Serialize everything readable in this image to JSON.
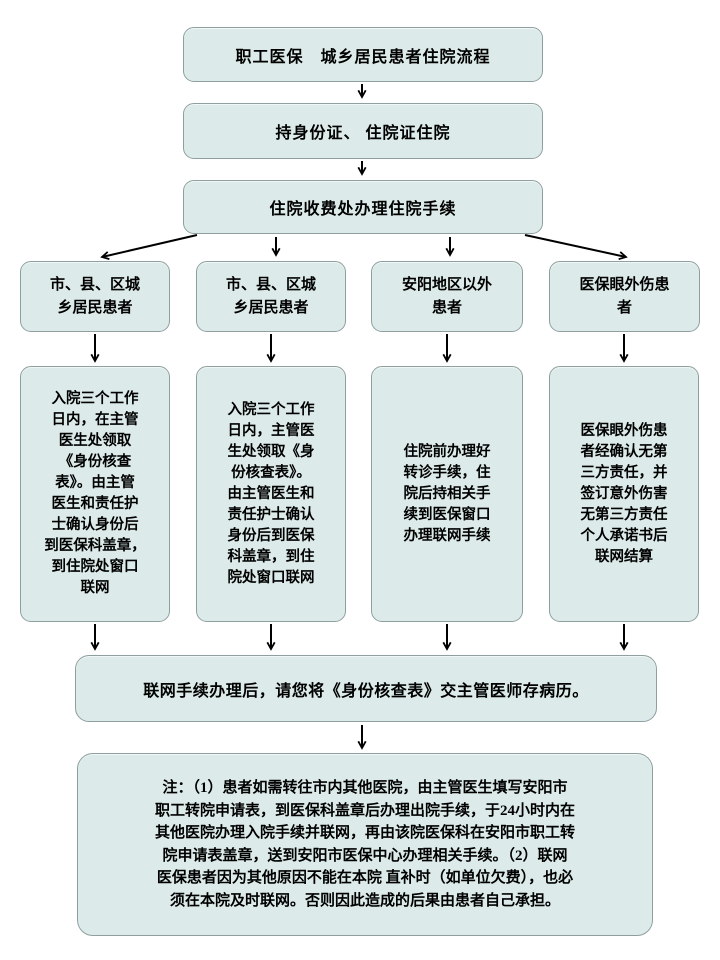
{
  "flowchart": {
    "title": "职工医保　城乡居民患者住院流程",
    "step_admission": "持身份证、 住院证住院",
    "step_fee_office": "住院收费处办理住院手续",
    "branches": [
      {
        "label": [
          "市、县、区城",
          "乡居民患者"
        ],
        "detail": [
          "入院三个工作",
          "日内，在主管",
          "医生处领取",
          "《身份核查",
          "表》。由主管",
          "医生和责任护",
          "士确认身份后",
          "到医保科盖章，",
          "到住院处窗口",
          "联网"
        ]
      },
      {
        "label": [
          "市、县、区城",
          "乡居民患者"
        ],
        "detail": [
          "入院三个工作",
          "日内，主管医",
          "生处领取《身",
          "份核查表》。",
          "由主管医生和",
          "责任护士确认",
          "身份后到医保",
          "科盖章，到住",
          "院处窗口联网"
        ]
      },
      {
        "label": [
          "安阳地区以外",
          "患者"
        ],
        "detail": [
          "住院前办理好",
          "转诊手续，住",
          "院后持相关手",
          "续到医保窗口",
          "办理联网手续"
        ]
      },
      {
        "label": [
          "医保眼外伤患",
          "者"
        ],
        "detail": [
          "医保眼外伤患",
          "者经确认无第",
          "三方责任，并",
          "签订意外伤害",
          "无第三方责任",
          "个人承诺书后",
          "联网结算"
        ]
      }
    ],
    "merge": "联网手续办理后，请您将《身份核查表》交主管医师存病历。",
    "note": [
      "注：（1）患者如需转往市内其他医院，由主管医生填写安阳市",
      "职工转院申请表，到医保科盖章后办理出院手续，于24小时内在",
      "其他医院办理入院手续并联网，再由该院医保科在安阳市职工转",
      "院申请表盖章，送到安阳市医保中心办理相关手续。（2）联网",
      "医保患者因为其他原因不能在本院 直补时（如单位欠费），也必",
      "须在本院及时联网。否则因此造成的后果由患者自己承担。"
    ]
  },
  "colors": {
    "box_fill": "#dcebe9",
    "box_border": "#8f9f9f",
    "arrow": "#000000",
    "text": "#000000",
    "background": "#ffffff"
  }
}
